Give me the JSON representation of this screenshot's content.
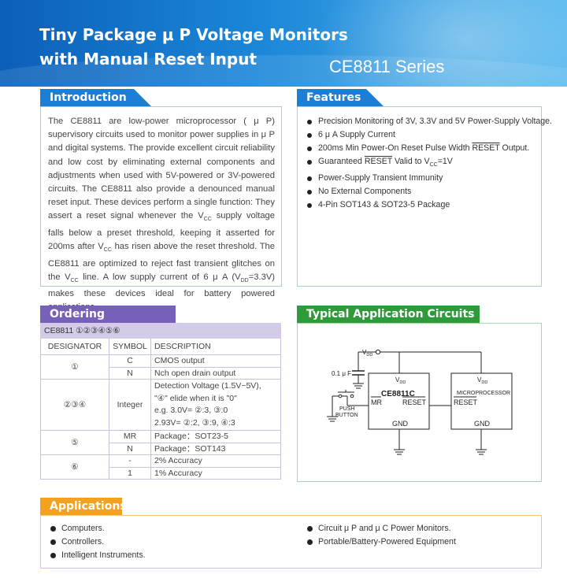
{
  "header": {
    "title_line1": "Tiny Package  μ P Voltage Monitors",
    "title_line2": "with Manual Reset Input",
    "series": "CE8811 Series"
  },
  "introduction": {
    "heading": "Introduction",
    "text_html": "The CE8811 are low-power microprocessor ( μ P) supervisory circuits used to monitor power supplies in  μ P and digital systems. The provide excellent circuit reliability and low cost by eliminating external components and adjustments when used with 5V-powered or 3V-powered circuits. The CE8811 also provide a denounced manual reset input. These devices perform a single function: They assert a reset signal whenever the V<sub>CC</sub> supply voltage falls below a preset threshold, keeping it asserted for 200ms after V<sub>CC</sub> has risen above the reset threshold. The CE8811 are optimized to reject fast transient glitches on the V<sub>CC</sub> line. A low supply current of 6 μ A (V<sub>DD</sub>=3.3V) makes these devices ideal for battery powered applications."
  },
  "features": {
    "heading": "Features",
    "items_html": [
      "Precision Monitoring of 3V, 3.3V and 5V Power-Supply Voltage.",
      "6 μ A Supply Current",
      "200ms Min Power-On Reset Pulse Width <span class=\"ov\">RESET</span> Output.",
      "Guaranteed <span class=\"ov\">RESET</span> Valid to V<sub>CC</sub>=1V",
      "Power-Supply Transient Immunity",
      "No External Components",
      "4-Pin SOT143 & SOT23-5 Package"
    ]
  },
  "ordering": {
    "heading": "Ordering Information",
    "part": "CE8811 ①②③④⑤⑥",
    "headers": [
      "DESIGNATOR",
      "SYMBOL",
      "DESCRIPTION"
    ],
    "d1": "①",
    "d1_s1": "C",
    "d1_v1": "CMOS output",
    "d1_s2": "N",
    "d1_v2": "Nch open drain output",
    "d2": "②③④",
    "d2_s": "Integer",
    "d2_v1": "Detection Voltage (1.5V~5V),",
    "d2_v2": "\"④\" elide when it is \"0\"",
    "d2_v3": "e.g. 3.0V= ②:3, ③:0",
    "d2_v4": "2.93V= ②:2, ③:9, ④:3",
    "d3": "⑤",
    "d3_s1": "MR",
    "d3_v1": "Package：SOT23-5",
    "d3_s2": "N",
    "d3_v2": "Package：SOT143",
    "d4": "⑥",
    "d4_s1": "-",
    "d4_v1": "2% Accuracy",
    "d4_s2": "1",
    "d4_v2": "1% Accuracy"
  },
  "circuit": {
    "heading": "Typical Application Circuits",
    "vdd_top": "V",
    "vdd_sub": "DD",
    "cap": "0.1 μ F",
    "chip": "CE8811C",
    "mr": "MR",
    "reset": "RESET",
    "gnd": "GND",
    "push1": "PUSH",
    "push2": "BUTTON",
    "micro": "MICROPROCESSOR",
    "micro_reset": "RESET"
  },
  "applications": {
    "heading": "Applications",
    "left": [
      "Computers.",
      "Controllers.",
      "Intelligent Instruments."
    ],
    "right": [
      "Circuit  μ P and  μ C Power Monitors.",
      "Portable/Battery-Powered Equipment"
    ]
  },
  "colors": {
    "banner": "#1a86d8",
    "blue_tab": "#1b7fd6",
    "purple_tab": "#7760b8",
    "green_tab": "#2f9a3a",
    "orange_tab": "#f2a21e"
  }
}
